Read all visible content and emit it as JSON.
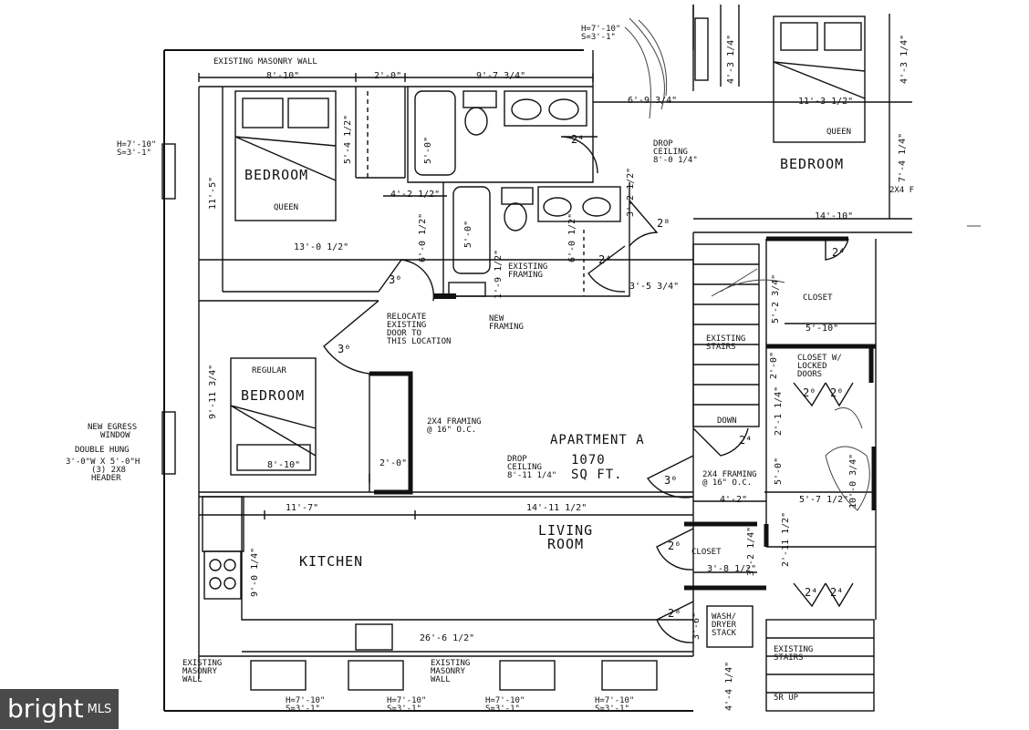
{
  "rooms": {
    "bedroom_queen_left": "BEDROOM",
    "queen_left": "QUEEN",
    "bedroom_right": "BEDROOM",
    "queen_right": "QUEEN",
    "bedroom_regular": "BEDROOM",
    "regular": "REGULAR",
    "kitchen": "KITCHEN",
    "living_line1": "LIVING",
    "living_line2": "ROOM",
    "apartment_line1": "APARTMENT A",
    "apartment_line2": "1070",
    "apartment_line3": "SQ FT.",
    "closet_top": "CLOSET",
    "closet_locked_1": "CLOSET W/",
    "closet_locked_2": "LOCKED",
    "closet_locked_3": "DOORS",
    "closet_mid": "CLOSET",
    "wash_1": "WASH/",
    "wash_2": "DRYER",
    "wash_3": "STACK"
  },
  "notes": {
    "masonry_top": "EXISTING MASONRY WALL",
    "relocate_1": "RELOCATE",
    "relocate_2": "EXISTING",
    "relocate_3": "DOOR TO",
    "relocate_4": "THIS LOCATION",
    "new_framing_1": "NEW",
    "new_framing_2": "FRAMING",
    "existing_framing_1": "EXISTING",
    "existing_framing_2": "FRAMING",
    "drop_ceiling_top_1": "DROP",
    "drop_ceiling_top_2": "CEILING",
    "drop_ceiling_top_3": "8'-0 1/4\"",
    "drop_ceiling_mid_1": "DROP",
    "drop_ceiling_mid_2": "CEILING",
    "drop_ceiling_mid_3": "8'-11 1/4\"",
    "framing_2x4_a_1": "2x4 FRAMING",
    "framing_2x4_a_2": "@ 16\" O.C.",
    "framing_2x4_b_1": "2x4 FRAMING",
    "framing_2x4_b_2": "@ 16\" O.C.",
    "existing_stairs_1": "EXISTING",
    "existing_stairs_2": "STAIRS",
    "down": "DOWN",
    "existing_stairs_b_1": "EXISTING",
    "existing_stairs_b_2": "STAIRS",
    "up": "5R UP",
    "egress_1": "NEW EGRESS",
    "egress_2": "WINDOW",
    "egress_3": "DOUBLE HUNG",
    "egress_4": "3'-0\"W X 5'-0\"H",
    "egress_5": "(3) 2x8",
    "egress_6": "HEADER",
    "masonry_bottom_left_1": "EXISTING",
    "masonry_bottom_left_2": "MASONRY",
    "masonry_bottom_left_3": "WALL",
    "masonry_bottom_mid_1": "EXISTING",
    "masonry_bottom_mid_2": "MASONRY",
    "masonry_bottom_mid_3": "WALL",
    "window_left_1": "H=7'-10\"",
    "window_left_2": "S=3'-1\"",
    "window_top_1": "H=7'-10\"",
    "window_top_2": "S=3'-1\"",
    "win_b1_1": "H=7'-10\"",
    "win_b1_2": "S=3'-1\"",
    "win_b2_1": "H=7'-10\"",
    "win_b2_2": "S=3'-1\"",
    "win_b3_1": "H=7'-10\"",
    "win_b3_2": "S=3'-1\"",
    "win_b4_1": "H=7'-10\"",
    "win_b4_2": "S=3'-1\"",
    "framing_right": "2x4 F"
  },
  "dimensions": {
    "d_8_10_top": "8'-10\"",
    "d_2_0_top": "2'-0\"",
    "d_9_7": "9'-7 3/4\"",
    "d_6_9": "6'-9 3/4\"",
    "d_4_3_top": "4'-3 1/4\"",
    "d_4_3_right": "4'-3 1/4\"",
    "d_11_3": "11'-3 1/2\"",
    "d_7_4": "7'-4 1/4\"",
    "d_11_5": "11'-5\"",
    "d_5_4": "5'-4 1/2\"",
    "d_5_0_a": "5'-0\"",
    "d_4_2_a": "4'-2 1/2\"",
    "d_5_0_b": "5'-0\"",
    "d_6_0_a": "6'-0 1/2\"",
    "d_6_0_b": "6'-0 1/2\"",
    "d_3_2": "3'-2 1/2\"",
    "d_1_9": "1'-9 1/2\"",
    "d_13_0": "13'-0 1/2\"",
    "d_3_5": "3'-5 3/4\"",
    "d_14_10": "14'-10\"",
    "d_5_2": "5'-2 3/4\"",
    "d_5_10": "5'-10\"",
    "d_2_0_closet": "2'-0\"",
    "d_2_1": "2'-1 1/4\"",
    "d_9_11": "9'-11 3/4\"",
    "d_8_10_mid": "8'-10\"",
    "d_2_0_mid": "2'-0\"",
    "d_5_0_c": "5'-0\"",
    "d_10_0": "10'-0 3/4\"",
    "d_4_2_b": "4'-2\"",
    "d_5_7": "5'-7 1/2\"",
    "d_11_7": "11'-7\"",
    "d_14_11": "14'-11 1/2\"",
    "d_3_2_b": "3'-2 1/4\"",
    "d_3_8": "3'-8 1/2\"",
    "d_2_11": "2'-11 1/2\"",
    "d_9_0": "9'-0 1/4\"",
    "d_26_6": "26'-6 1/2\"",
    "d_3_6": "3'-6\"",
    "d_4_4": "4'-4 1/4\""
  },
  "swings": {
    "s1": "2⁴",
    "s2": "2⁸",
    "s3": "2⁴",
    "s4": "2⁴",
    "s5": "3⁰",
    "s6": "3⁰",
    "s7": "2⁰",
    "s8": "2⁰",
    "s9": "2⁴",
    "s10": "3⁰",
    "s11": "2⁶",
    "s12": "2⁸",
    "s13": "2⁴",
    "s14": "2⁴"
  },
  "logo": {
    "text": "bright",
    "suffix": "MLS"
  }
}
